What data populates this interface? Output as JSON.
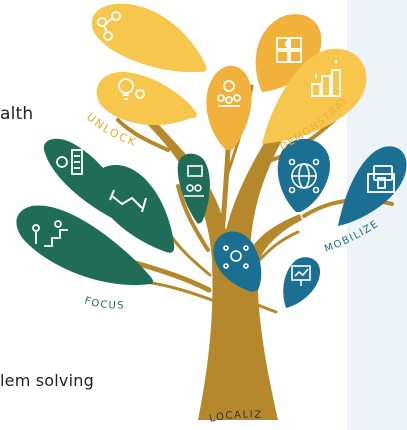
{
  "text_fragments": {
    "top": "alth",
    "bottom": "lem solving"
  },
  "labels": {
    "unlock": "UNLOCK",
    "demonstrate": "DEMONSTRATE",
    "focus": "FOCUS",
    "mobilize": "MOBILIZE",
    "localize": "LOCALIZE"
  },
  "colors": {
    "yellow": "#f6c64d",
    "orange": "#f1b13b",
    "green": "#1f6d57",
    "blue": "#1a6f93",
    "trunk": "#b5892b",
    "label_yellow": "#f1ac32",
    "label_green": "#1f6d57",
    "label_blue": "#1a6f93",
    "panel": "#edf3f7"
  },
  "icons": [
    "people-network-icon",
    "puzzle-icon",
    "lightbulb-gears-icon",
    "team-gears-icon",
    "growth-steps-icon",
    "gear-checklist-icon",
    "handshake-icon",
    "team-chart-icon",
    "climb-steps-icon",
    "globe-people-icon",
    "folder-mobile-icon",
    "gear-network-icon",
    "presentation-icon"
  ]
}
